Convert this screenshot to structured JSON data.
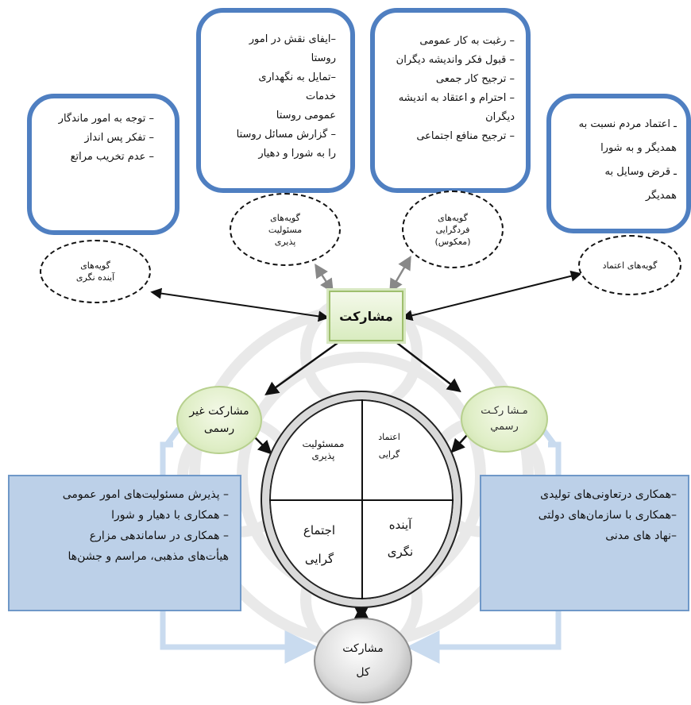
{
  "top_boxes": [
    {
      "id": "future",
      "text": "– توجه به امور ماندگار\n– تفکر پس انداز\n– عدم تخریب مراتع"
    },
    {
      "id": "responsibility",
      "text": "–ایفای نقش در امور\nروستا\n–تمایل به نگهداری\nخدمات\nعمومی روستا\n– گزارش مسائل روستا\nرا به شورا و دهیار"
    },
    {
      "id": "individualism",
      "text": "– رغبت به کار عمومی\n– قبول فکر واندیشه دیگران\n– ترجیح کار جمعی\n– احترام و اعتقاد به اندیشه\nدیگران\n– ترجیح منافع اجتماعی"
    },
    {
      "id": "trust",
      "text": "ـ اعتماد مردم نسبت به\nهمدیگر و به شورا\nـ قرض وسایل به\nهمدیگر"
    }
  ],
  "ellipses": {
    "future": "گویه‌های\nآینده نگری",
    "responsibility": "گویه‌های\nمسئولیت\nپذیری",
    "individualism": "گویه‌های\nفردگرایی\n(معکوس)",
    "trust": "گویه‌های اعتماد"
  },
  "center_label": "مشارکت",
  "informal_label": "مشارکت غیر\nرسمی",
  "formal_label": "مـشا رکـت\nرسمي",
  "total_label": "مشارکت\nکل",
  "quadrants": {
    "top_left": "ممسئولیت\nپذیری",
    "top_right": "اعتماد\nگرایی",
    "bottom_left": "اجتماع\nگرایی",
    "bottom_right": "آینده\nنگری"
  },
  "left_panel": "– پذیرش مسئولیت‌های امور عمومی\n– همکاری با دهیار و شورا\n– همکاری در ساماندهی مزارع\nهیأت‌های مذهبی، مراسم و جشن‌ها",
  "right_panel": "–همکاری درتعاونی‌های تولیدی\n–همکاری با سازمان‌های دولتی\n–نهاد های مدنی",
  "colors": {
    "box_border": "#4f7fc1",
    "panel_fill": "#bcd0e8",
    "green_circle": "#dfeec6",
    "arrow": "#111111"
  }
}
